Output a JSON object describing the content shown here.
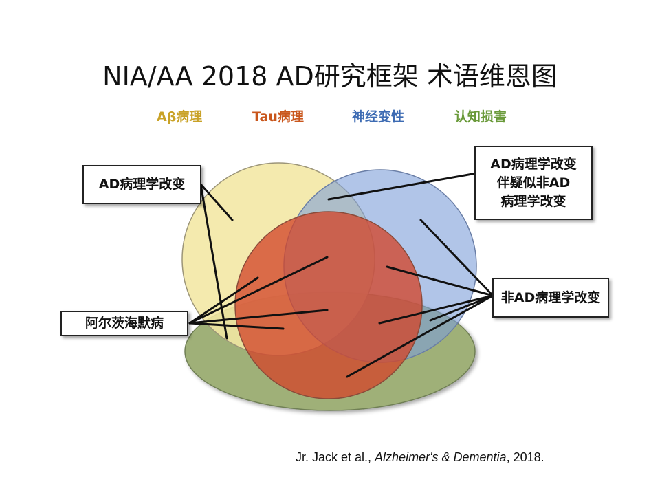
{
  "title": "NIA/AA 2018  AD研究框架 术语维恩图",
  "legend": [
    {
      "label": "Aβ病理",
      "color": "#c9a227"
    },
    {
      "label": "Tau病理",
      "color": "#c9561c"
    },
    {
      "label": "神经变性",
      "color": "#3d6bb3"
    },
    {
      "label": "认知损害",
      "color": "#6a9a3a"
    }
  ],
  "sets": {
    "abeta_fill": "#f3e7a3",
    "neuro_fill": "#a9bfe2",
    "cognitive_fill": "#9fb078",
    "tau_fill": "#d2462c"
  },
  "boxes": {
    "ad_change": "AD病理学改变",
    "ad_with_suspected": [
      "AD病理学改变",
      "伴疑似非AD",
      "病理学改变"
    ],
    "alzheimers": "阿尔茨海默病",
    "non_ad": "非AD病理学改变"
  },
  "citation": {
    "authors": "Jr. Jack et al., ",
    "journal": "Alzheimer's & Dementia",
    "year": ", 2018."
  }
}
